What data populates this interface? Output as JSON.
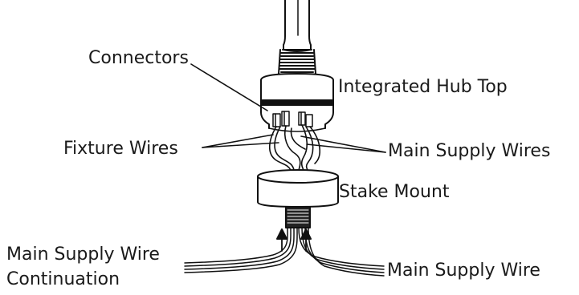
{
  "labels": {
    "connectors": "Connectors",
    "integrated_hub_top": "Integrated Hub Top",
    "fixture_wires": "Fixture Wires",
    "main_supply_wires": "Main Supply Wires",
    "stake_mount": "Stake Mount",
    "main_supply_wire_continuation_line1": "Main Supply Wire",
    "main_supply_wire_continuation_line2": "Continuation",
    "main_supply_wire": "Main Supply Wire"
  },
  "colors": {
    "stroke": "#111111",
    "background": "#ffffff"
  }
}
